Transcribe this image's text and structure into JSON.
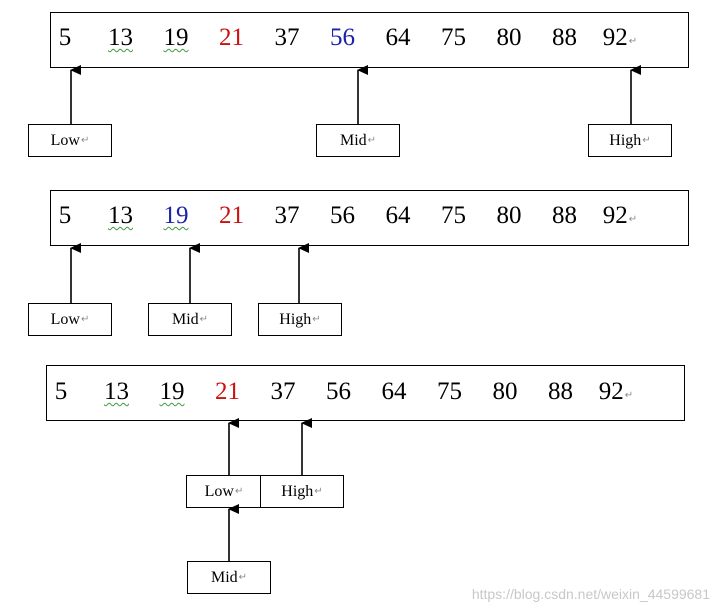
{
  "return_mark": "↵",
  "colors": {
    "text": "#000000",
    "highlight_red": "#cc1111",
    "highlight_blue": "#1a22a8",
    "spellcheck_green": "#3c9a3c",
    "watermark": "#c8c8c8"
  },
  "rows": [
    {
      "values": [
        "5",
        "13",
        "19",
        "21",
        "37",
        "56",
        "64",
        "75",
        "80",
        "88",
        "92"
      ],
      "colored": {
        "3": "red",
        "5": "blue"
      },
      "pointers": [
        {
          "label": "Low",
          "index": 0
        },
        {
          "label": "Mid",
          "index": 5
        },
        {
          "label": "High",
          "index": 10
        }
      ]
    },
    {
      "values": [
        "5",
        "13",
        "19",
        "21",
        "37",
        "56",
        "64",
        "75",
        "80",
        "88",
        "92"
      ],
      "colored": {
        "2": "blue",
        "3": "red"
      },
      "pointers": [
        {
          "label": "Low",
          "index": 0
        },
        {
          "label": "Mid",
          "index": 2
        },
        {
          "label": "High",
          "index": 4
        }
      ]
    },
    {
      "values": [
        "5",
        "13",
        "19",
        "21",
        "37",
        "56",
        "64",
        "75",
        "80",
        "88",
        "92"
      ],
      "colored": {
        "3": "red"
      },
      "pointers": [
        {
          "label": "Low",
          "index": 3
        },
        {
          "label": "High",
          "index": 4
        },
        {
          "label": "Mid",
          "index": 3
        }
      ]
    }
  ],
  "watermark": "https://blog.csdn.net/weixin_44599681"
}
